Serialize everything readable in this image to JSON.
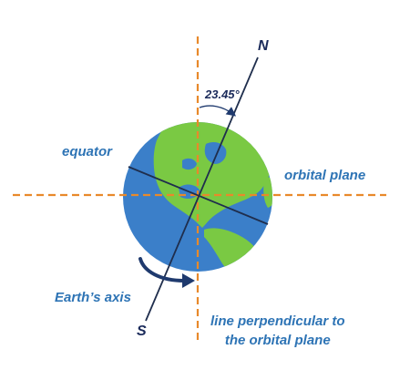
{
  "labels": {
    "north": "N",
    "south": "S",
    "tilt_angle": "23.45°",
    "equator": "equator",
    "orbital_plane": "orbital plane",
    "earths_axis": "Earth’s axis",
    "perpendicular_line": "line perpendicular to",
    "perpendicular_line_2": "the orbital plane"
  },
  "colors": {
    "label_blue": "#2e74b5",
    "dark_navy": "#1a2a5a",
    "dashed_orange": "#e8892b",
    "ocean_blue": "#3b7fc9",
    "land_green": "#7ac943",
    "axis_line": "#1f2e4d"
  }
}
